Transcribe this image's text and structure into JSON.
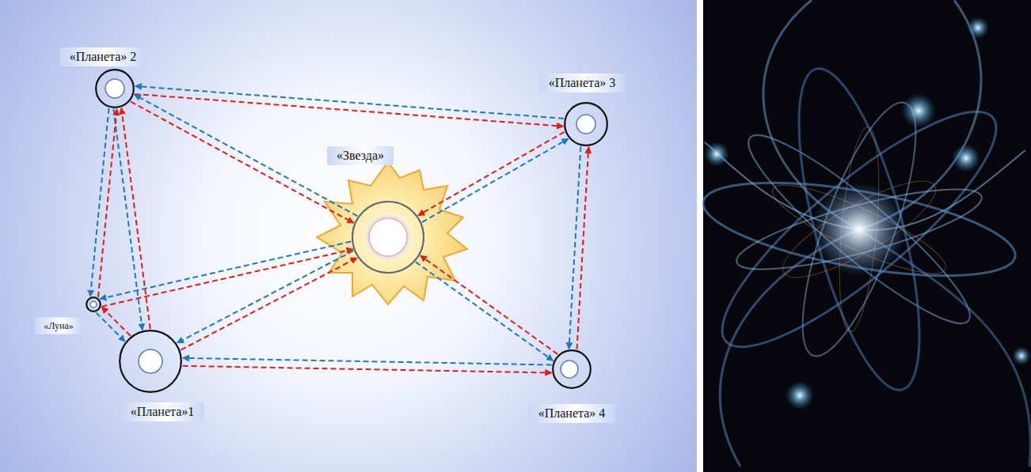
{
  "diagram": {
    "nodes": [
      {
        "text": [
          "«Планета» 2"
        ]
      },
      {
        "text": [
          "«Планета» 3"
        ]
      },
      {
        "text": [
          "«Звезда»"
        ]
      },
      {
        "text": [
          "«Луна»"
        ]
      },
      {
        "text": [
          "«Планета»1"
        ]
      },
      {
        "text": [
          "«Планета» 4"
        ]
      }
    ],
    "edges": [
      {
        "from": 1,
        "to": 0,
        "arrow": "to"
      },
      {
        "from": 0,
        "to": 1,
        "arrow": "to"
      },
      {
        "from": 0,
        "to": 2,
        "arrow": "to"
      },
      {
        "from": 2,
        "to": 0,
        "arrow": "to"
      },
      {
        "from": 1,
        "to": 2,
        "arrow": "to"
      },
      {
        "from": 2,
        "to": 1,
        "arrow": "to"
      },
      {
        "from": 1,
        "to": 5,
        "arrow": "to"
      },
      {
        "from": 5,
        "to": 1,
        "arrow": "to"
      },
      {
        "from": 2,
        "to": 5,
        "arrow": "to"
      },
      {
        "from": 5,
        "to": 2,
        "arrow": "to"
      },
      {
        "from": 5,
        "to": 4,
        "arrow": "to"
      },
      {
        "from": 4,
        "to": 5,
        "arrow": "to"
      },
      {
        "from": 4,
        "to": 2,
        "arrow": "to"
      },
      {
        "from": 2,
        "to": 4,
        "arrow": "to"
      },
      {
        "from": 2,
        "to": 3,
        "arrow": "to"
      },
      {
        "from": 3,
        "to": 2,
        "arrow": "to"
      },
      {
        "from": 0,
        "to": 4,
        "arrow": "to"
      },
      {
        "from": 4,
        "to": 0,
        "arrow": "to"
      },
      {
        "from": 3,
        "to": 0,
        "arrow": "to"
      },
      {
        "from": 0,
        "to": 3,
        "arrow": "to"
      },
      {
        "from": 4,
        "to": 3,
        "arrow": "to"
      },
      {
        "from": 3,
        "to": 4,
        "arrow": "to"
      }
    ]
  }
}
